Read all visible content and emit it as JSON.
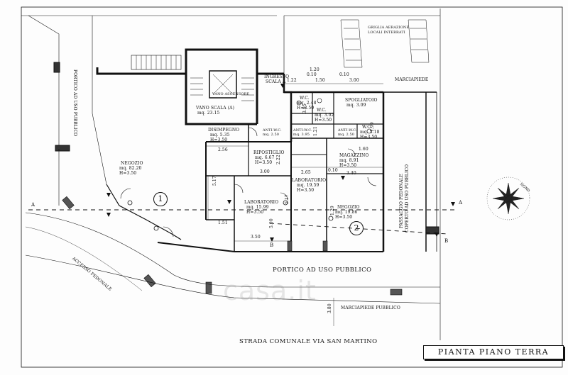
{
  "title": "PIANTA PIANO TERRA",
  "watermark": "casa.it",
  "labels": {
    "griglia": "GRIGLIA AERAZIONE",
    "locali": "LOCALI INTERRATI",
    "marciapiede_top": "MARCIAPIEDE",
    "portico_left": "PORTICO AD USO PUBBLICO",
    "ingresso": "INGRESSO",
    "scala_a": "SCALA A",
    "vano_ascensore": "VANO ASCENSORE",
    "vano_scala": "VANO SCALA (A)",
    "vano_scala_mq": "mq. 23.15",
    "disimpegno": "DISIMPEGNO",
    "disimpegno_mq": "mq. 5.35",
    "disimpegno_h": "H=3.50",
    "wc1": "W.C.",
    "wc1_mq": "mq. 2.48",
    "wc1_h": "H=3.50",
    "wc2": "W.C.",
    "wc2_mq": "mq. 3.02",
    "wc2_h": "H=3.50",
    "spogliatoio": "SPOGLIATOIO",
    "spogliatoio_mq": "mq. 3.09",
    "anti_wc1": "ANTI-W.C.",
    "anti_wc1_mq": "mq. 2.50",
    "anti_wc2": "ANTI-W.C.",
    "anti_wc2_mq": "mq. 3.95",
    "anti_wc3": "ANTI-W.C.",
    "anti_wc3_mq": "mq. 2.50",
    "wc3": "W.C.",
    "wc3_mq": "mq. 3.18",
    "wc3_h": "H=3.50",
    "ripostiglio": "RIPOSTIGLIO",
    "ripostiglio_mq": "mq. 6.67",
    "ripostiglio_h": "H=3.50",
    "magazzino": "MAGAZZINO",
    "magazzino_mq": "mq. 8.91",
    "magazzino_h": "H=3.50",
    "negozio1": "NEGOZIO",
    "negozio1_mq": "mq. 82.20",
    "negozio1_h": "H=3.50",
    "laboratorio1": "LABORATORIO",
    "laboratorio1_mq": "mq. 19.59",
    "laboratorio1_h": "H=3.50",
    "laboratorio2": "LABORATORIO",
    "laboratorio2_mq": "mq. 15.99",
    "laboratorio2_h": "H=3.50",
    "negozio2": "NEGOZIO",
    "negozio2_mq": "mq. 19.86",
    "negozio2_h": "H=3.50",
    "passaggio": "PASSAGGIO PEDONALE",
    "coperto": "COPERTO AD USO PUBBLICO",
    "accesso": "ACCESSO PEDONALE",
    "portico_bottom": "PORTICO AD USO PUBBLICO",
    "marciapiede_bottom": "MARCIAPIEDE PUBBLICO",
    "strada": "STRADA COMUNALE VIA SAN MARTINO",
    "unit1": "1",
    "unit2": "2",
    "sec_a_left": "A",
    "sec_a_right": "A",
    "sec_b_left": "B",
    "sec_b_right": "B",
    "compass_n": "NORD"
  },
  "dimensions": {
    "d_010a": "0.10",
    "d_010b": "0.10",
    "d_122": "1.22",
    "d_150": "1.50",
    "d_300": "3.00",
    "d_256": "2.56",
    "d_300b": "3.00",
    "d_265": "2.65",
    "d_010c": "0.10",
    "d_340": "3.40",
    "d_160": "1.60",
    "d_517": "5.17",
    "d_151": "1.51",
    "d_500": "5.00",
    "d_350": "3.50",
    "d_222": "2.22",
    "d_517b": "5.17",
    "d_129": "1.29",
    "d_199": "1.99",
    "d_121": "1.21",
    "d_120": "1.20",
    "d_380": "3.80",
    "d_395": "3.95"
  }
}
